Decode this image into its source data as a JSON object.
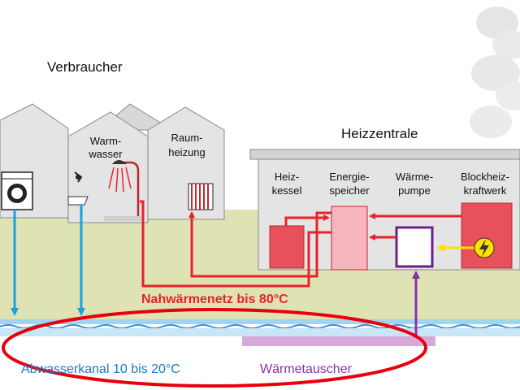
{
  "labels": {
    "verbraucher": "Verbraucher",
    "warmwasser_1": "Warm-",
    "warmwasser_2": "wasser",
    "raumheizung_1": "Raum-",
    "raumheizung_2": "heizung",
    "heizzentrale": "Heizzentrale",
    "heizkessel_1": "Heiz-",
    "heizkessel_2": "kessel",
    "energiespeicher_1": "Energie-",
    "energiespeicher_2": "speicher",
    "waermepumpe_1": "Wärme-",
    "waermepumpe_2": "pumpe",
    "bhkw_1": "Blockheiz-",
    "bhkw_2": "kraftwerk",
    "nahwaermenetz": "Nahwärmenetz bis 80°C",
    "abwasserkanal": "Abwasserkanal 10 bis 20°C",
    "waermetauscher": "Wärmetauscher"
  },
  "colors": {
    "heat_red": "#e8222a",
    "sewage_blue": "#1a9fe0",
    "heat_exchanger_purple": "#8b2fb0",
    "ground": "#dfe3b4",
    "building": "#e4e4e4",
    "lightning_yellow": "#ffe100"
  }
}
